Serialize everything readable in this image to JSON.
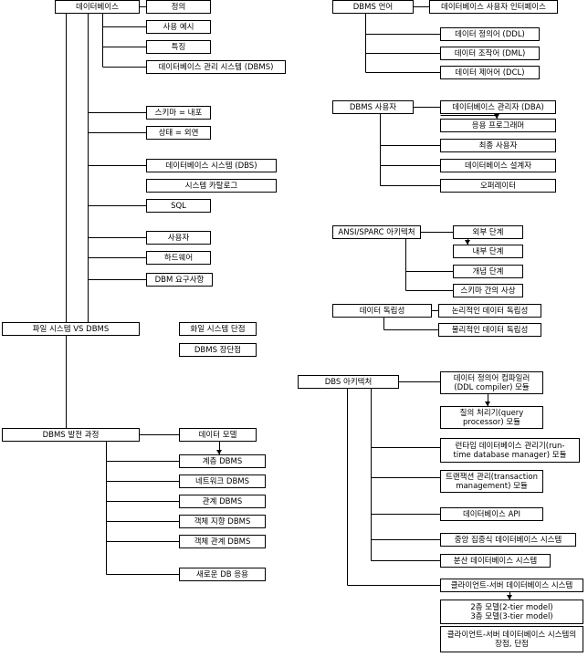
{
  "nodes": {
    "db": "데이터베이스",
    "def": "정의",
    "use_ex": "사용 예시",
    "feat": "특징",
    "dbms_def": "데이터베이스 관리 시스템 (DBMS)",
    "schema": "스키마 = 내포",
    "state": "상태 = 외연",
    "dbs": "데이터베이스 시스템 (DBS)",
    "catalog": "시스템 카탈로그",
    "sql": "SQL",
    "user": "사용자",
    "hw": "하드웨어",
    "req": "DBM 요구사항",
    "fs_vs": "파일 시스템 VS DBMS",
    "fs_cons": "화일 시스템 단점",
    "dbms_pc": "DBMS 장단점",
    "dev": "DBMS 발전 과정",
    "data_model": "데이터 모델",
    "hier": "계층 DBMS",
    "network": "네트워크 DBMS",
    "relational": "관계 DBMS",
    "oo": "객체 지향 DBMS",
    "or": "객체 관계 DBMS",
    "new_app": "새로운 DB 응용",
    "lang": "DBMS 언어",
    "ui": "데이터베이스 사용자 인터페이스",
    "ddl": "데이터 정의어 (DDL)",
    "dml": "데이터 조작어 (DML)",
    "dcl": "데이터 제어어 (DCL)",
    "users": "DBMS 사용자",
    "dba": "데이터베이스 관리자 (DBA)",
    "app_prog": "응용 프로그래머",
    "end_user": "최종 사용자",
    "designer": "데이터베이스 설계자",
    "operator": "오퍼레이터",
    "ansi": "ANSI/SPARC 아키텍처",
    "ext": "외부 단계",
    "int": "내부 단계",
    "concept": "개념 단계",
    "mapping": "스키마 간의 사상",
    "indep": "데이터 독립성",
    "logical": "논리적인 데이터 독립성",
    "physical": "물리적인 데이터 독립성",
    "arch": "DBS 아키텍처",
    "ddl_comp": [
      "데이터 정의어 컴파일러",
      "(DDL compiler) 모듈"
    ],
    "qp": [
      "질의 처리기(query",
      "processor) 모듈"
    ],
    "rtdm": [
      "런타임 데이터베이스 관리기(run-",
      "time database manager) 모듈"
    ],
    "tm": [
      "트랜잭션 관리(transaction",
      "management) 모듈"
    ],
    "api": "데이터베이스 API",
    "central": "중앙 집중식 데이터베이스 시스템",
    "dist": "분산 데이터베이스 시스템",
    "cs": "클라이언트-서버 데이터베이스 시스템",
    "tier": [
      "2층 모델(2-tier model)",
      "3층 모델(3-tier model)"
    ],
    "cs_pc": [
      "클라이언트-서버 데이터베이스 시스템의",
      "장점, 단점"
    ]
  }
}
